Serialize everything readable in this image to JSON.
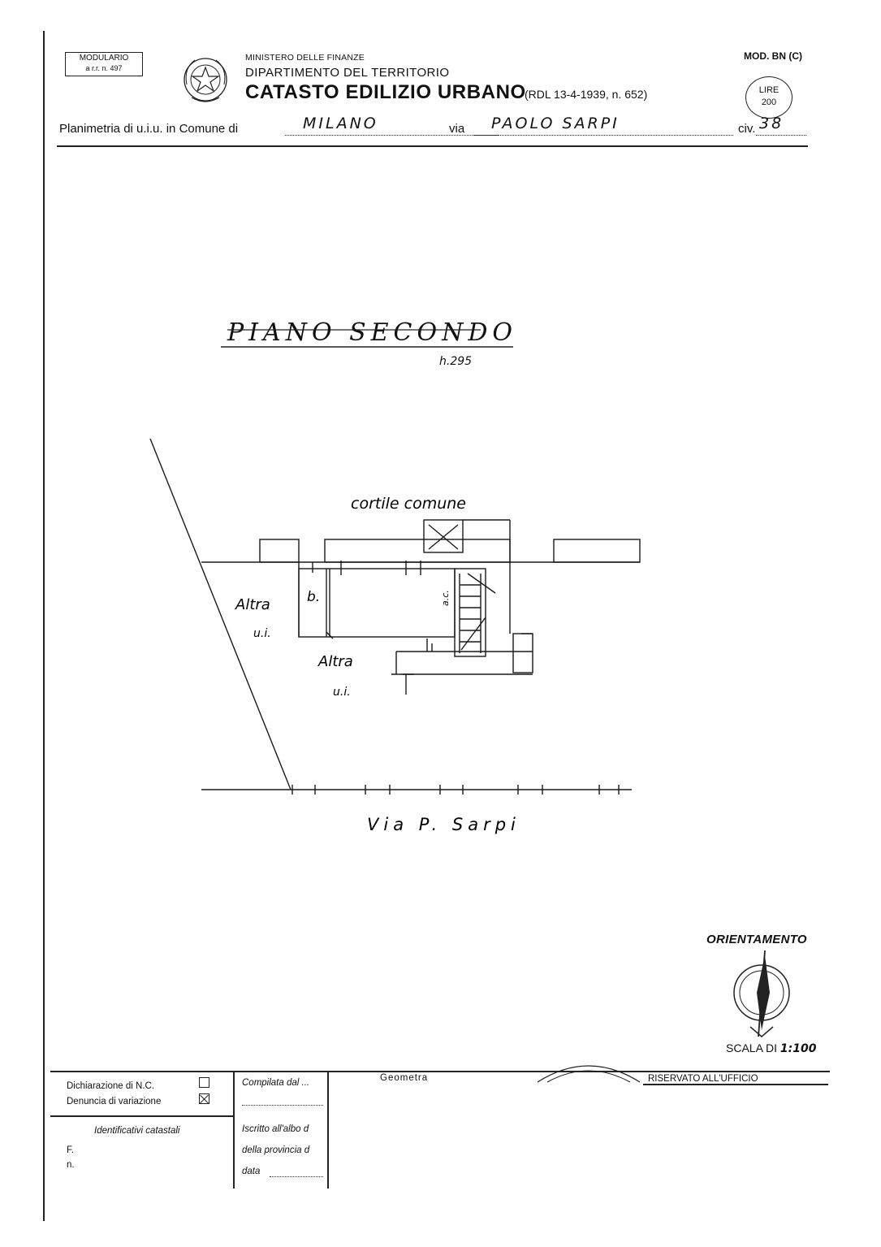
{
  "header": {
    "modulario_line1": "MODULARIO",
    "modulario_line2": "a r.r. n. 497",
    "ministry": "MINISTERO DELLE FINANZE",
    "department": "DIPARTIMENTO DEL TERRITORIO",
    "catasto": "CATASTO EDILIZIO URBANO",
    "decree": "(RDL 13-4-1939, n. 652)",
    "model": "MOD. BN (C)",
    "stamp_line1": "LIRE",
    "stamp_line2": "200"
  },
  "planimetria": {
    "label_prefix": "Planimetria di u.i.u. in Comune di",
    "comune": "MILANO",
    "via_label": "via",
    "via": "PAOLO SARPI",
    "civ_label": "civ.",
    "civ": "38"
  },
  "drawing": {
    "floor_title": "PIANO SECONDO",
    "height_note": "h.295",
    "courtyard_label": "cortile comune",
    "room_label": "b.",
    "neighbor_left_1": "Altra",
    "neighbor_left_2": "u.i.",
    "neighbor_bottom_1": "Altra",
    "neighbor_bottom_2": "u.i.",
    "stair_label": "a.c.",
    "street_label": "Via P. Sarpi"
  },
  "orientation": {
    "label": "ORIENTAMENTO",
    "scale_label": "SCALA DI",
    "scale_value": "1:100"
  },
  "footer": {
    "dichiarazione": "Dichiarazione di N.C.",
    "denuncia": "Denuncia di variazione",
    "identificativi": "Identificativi catastali",
    "f_label": "F.",
    "n_label": "n.",
    "compilata": "Compilata dal ...",
    "geometra": "Geometra",
    "iscritto": "Iscritto all'albo d",
    "provincia": "della provincia d",
    "data": "data",
    "riservato": "RISERVATO ALL'UFFICIO"
  }
}
